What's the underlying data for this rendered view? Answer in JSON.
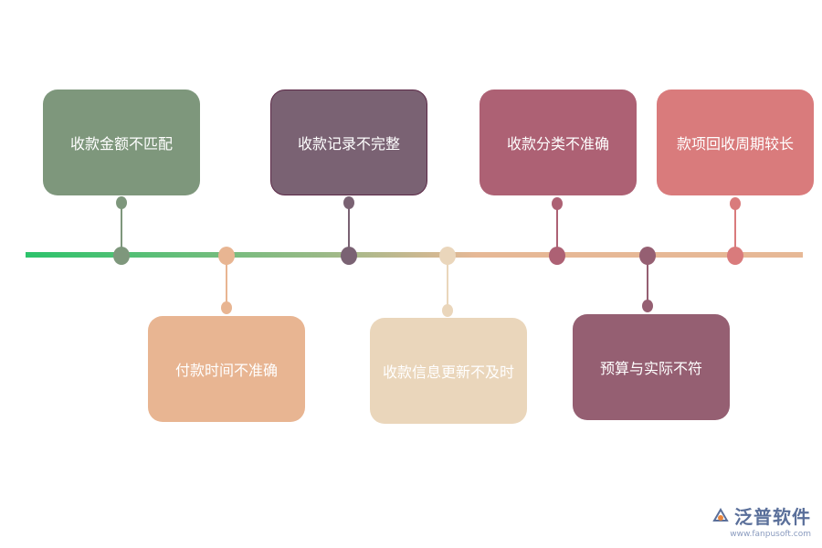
{
  "diagram": {
    "items": [
      {
        "label": "收款金额不匹配",
        "color": "#7e977c",
        "position": "above"
      },
      {
        "label": "付款时间不准确",
        "color": "#e8b592",
        "position": "below"
      },
      {
        "label": "收款记录不完整",
        "color": "#7a6273",
        "position": "above"
      },
      {
        "label": "收款信息更新不及时",
        "color": "#ead6bb",
        "position": "below"
      },
      {
        "label": "收款分类不准确",
        "color": "#ad6174",
        "position": "above"
      },
      {
        "label": "预算与实际不符",
        "color": "#955f72",
        "position": "below"
      },
      {
        "label": "款项回收周期较长",
        "color": "#d97b7c",
        "position": "above"
      }
    ],
    "axis_colors": {
      "start": "#2cc36b",
      "mid": "#99b987",
      "end": "#e6b896"
    }
  },
  "watermark": {
    "name": "泛普软件",
    "url": "www.fanpusoft.com"
  }
}
